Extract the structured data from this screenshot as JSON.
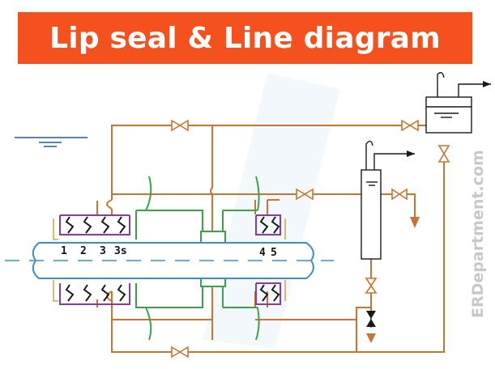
{
  "title": "Lip seal & Line diagram",
  "watermark": "ERDepartment.com",
  "seal_labels": [
    "1",
    "2",
    "3",
    "3s",
    "4",
    "5"
  ],
  "colors": {
    "banner": "#f4511e",
    "pipe": "#c87533",
    "seal_purple": "#8a3aa8",
    "green": "#3aa34a",
    "shaft": "#3a8fd0",
    "dark": "#1a1a1a",
    "watermark": "#c8c8c8"
  }
}
